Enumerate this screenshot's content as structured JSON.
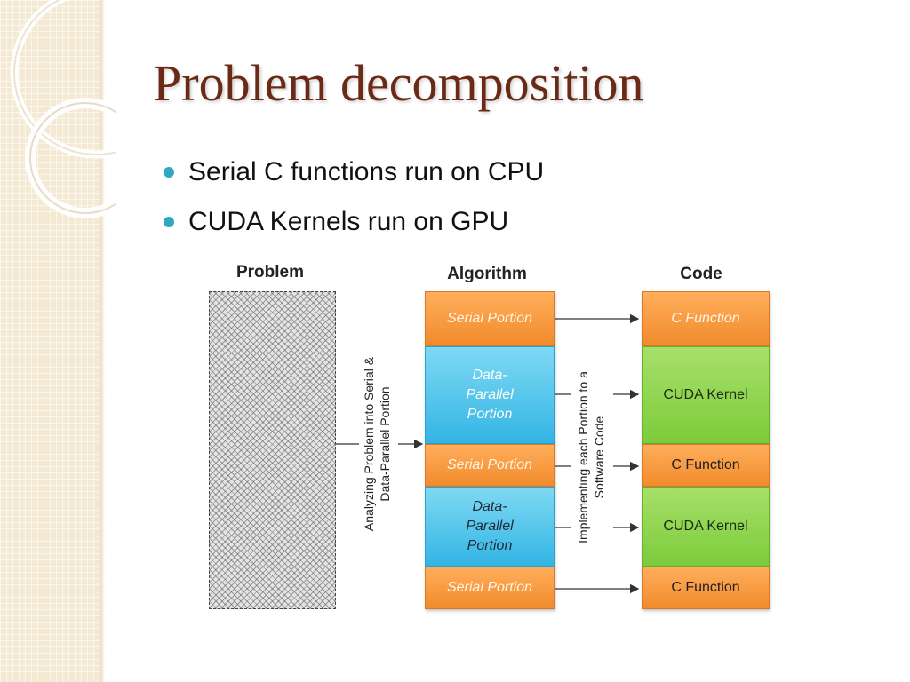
{
  "slide": {
    "title": "Problem decomposition",
    "bullets": [
      "Serial C functions run on CPU",
      "CUDA Kernels run on GPU"
    ],
    "bullet_color": "#2fa8c2",
    "title_color": "#6a2a16"
  },
  "diagram": {
    "headers": {
      "problem": "Problem",
      "algorithm": "Algorithm",
      "code": "Code"
    },
    "analyze_label": [
      "Analyzing Problem into Serial &",
      "Data-Parallel Portion"
    ],
    "implement_label": [
      "Implementing each Portion to a",
      "Software Code"
    ],
    "algorithm_blocks": [
      {
        "label": "Serial Portion",
        "kind": "serial"
      },
      {
        "label": "Data-Parallel Portion",
        "kind": "parallel"
      },
      {
        "label": "Serial Portion",
        "kind": "serial"
      },
      {
        "label": "Data-Parallel Portion",
        "kind": "parallel"
      },
      {
        "label": "Serial Portion",
        "kind": "serial"
      }
    ],
    "code_blocks": [
      {
        "label": "C Function",
        "kind": "cfunction"
      },
      {
        "label": "CUDA Kernel",
        "kind": "kernel"
      },
      {
        "label": "C Function",
        "kind": "cfunction"
      },
      {
        "label": "CUDA Kernel",
        "kind": "kernel"
      },
      {
        "label": "C Function",
        "kind": "cfunction"
      }
    ],
    "colors": {
      "serial": "#f18b2b",
      "parallel": "#33b5e5",
      "kernel": "#7ccb3b"
    }
  }
}
